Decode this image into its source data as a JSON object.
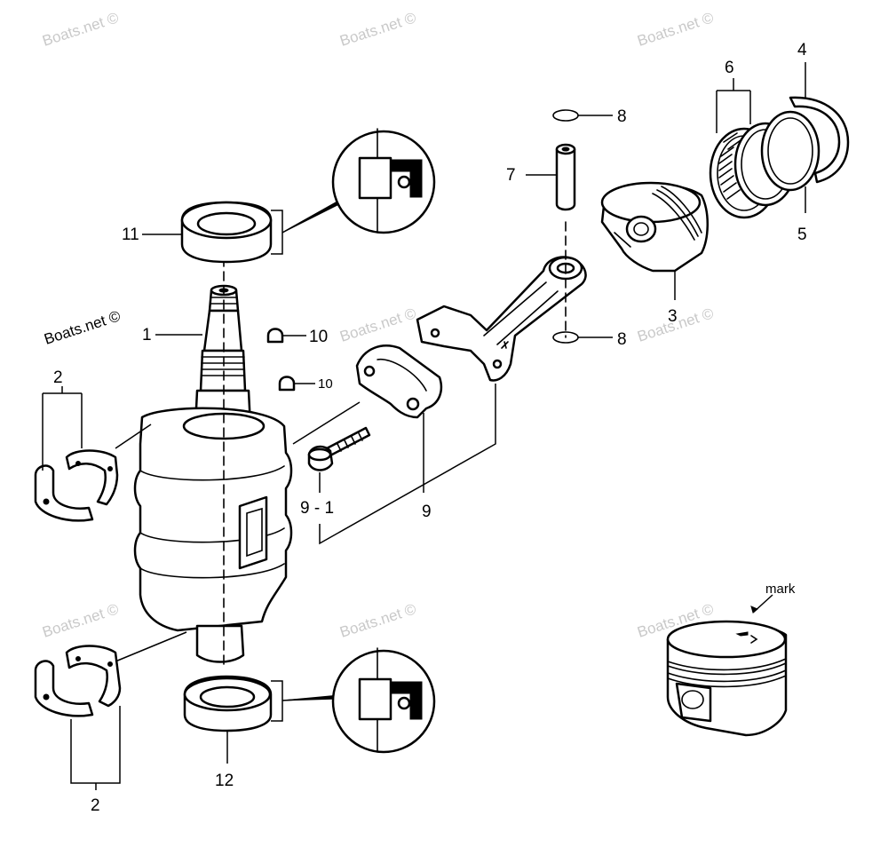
{
  "watermarks": {
    "primary": "Boats.net ©",
    "secondary": "Boats.net ©"
  },
  "callouts": {
    "part_1": "1",
    "part_2_upper": "2",
    "part_2_lower": "2",
    "part_3": "3",
    "part_4": "4",
    "part_5": "5",
    "part_6": "6",
    "part_7": "7",
    "part_8_upper": "8",
    "part_8_lower": "8",
    "part_9": "9",
    "part_9_1": "9 - 1",
    "part_10_upper": "10",
    "part_10_lower": "10",
    "part_11": "11",
    "part_12": "12"
  },
  "annotations": {
    "piston_mark": "mark"
  },
  "colors": {
    "line": "#000000",
    "watermark": "#c9c9c9",
    "background": "#ffffff"
  }
}
